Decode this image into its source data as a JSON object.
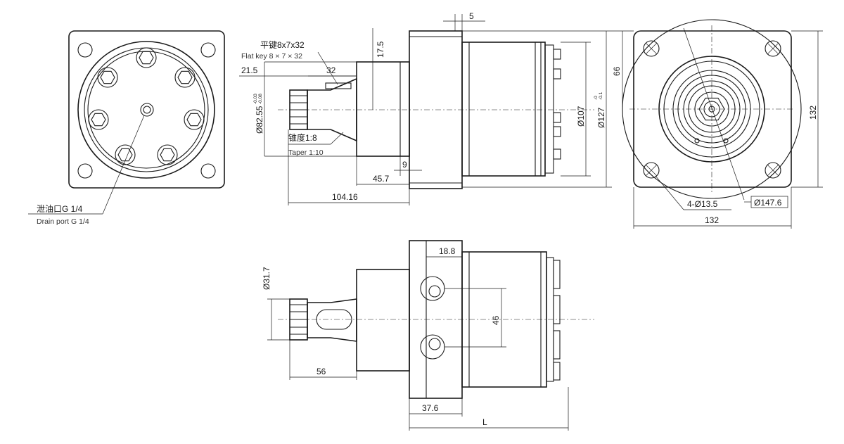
{
  "annotations": {
    "drain_cn": "泄油口G 1/4",
    "drain_en": "Drain port G 1/4",
    "key_cn": "平键8x7x32",
    "key_en": "Flat key 8 × 7 × 32",
    "taper_cn": "锥度1:8",
    "taper_en": "Taper 1:10"
  },
  "dimensions": {
    "d5": "5",
    "d17_5": "17.5",
    "d21_5": "21.5",
    "d32": "32",
    "d82_55": "Ø82.55",
    "d82_55_tol_upper": "-0.03",
    "d82_55_tol_lower": "-0.08",
    "d107": "Ø107",
    "d127": "Ø127",
    "d127_tol_upper": "-0",
    "d127_tol_lower": "-0.1",
    "d9": "9",
    "d45_7": "45.7",
    "d104_16": "104.16",
    "d66": "66",
    "d132_v": "132",
    "d132_h": "132",
    "d13_5": "4-Ø13.5",
    "d147_6": "Ø147.6",
    "d18_8": "18.8",
    "d31_7": "Ø31.7",
    "d46": "46",
    "d56": "56",
    "d37_6": "37.6",
    "dL": "L"
  }
}
